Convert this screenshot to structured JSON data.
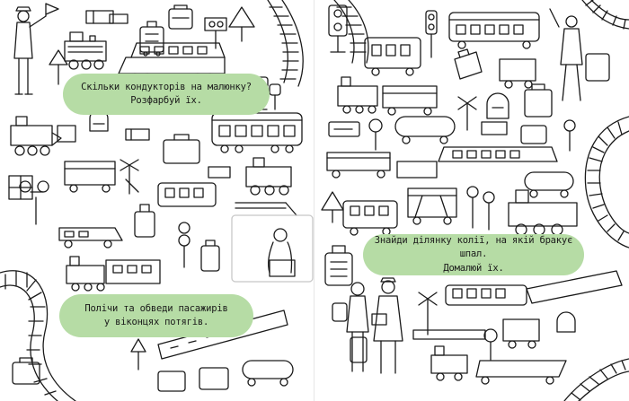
{
  "colors": {
    "bubble": "#b6dca5",
    "ink": "#1a1a1a",
    "paper": "#ffffff"
  },
  "tasks": {
    "conductors": {
      "line1": "Скільки кондукторів на малюнку?",
      "line2": "Розфарбуй їх."
    },
    "passengers": {
      "line1": "Полічи та обведи пасажирів",
      "line2": "у віконцях потягів."
    },
    "sleepers": {
      "line1": "Знайди ділянку колії, на якій бракує шпал.",
      "line2": "Домалюй їх."
    }
  },
  "icons": [
    "conductor-figure-icon",
    "locomotive-icon",
    "passenger-car-icon",
    "steam-engine-icon",
    "rail-track-icon",
    "railway-signal-icon",
    "suitcase-icon",
    "backpack-icon",
    "ticket-icon",
    "warning-sign-icon",
    "traffic-light-icon",
    "level-crossing-sign-icon",
    "tank-wagon-icon",
    "freight-wagon-icon",
    "passenger-figure-icon"
  ]
}
